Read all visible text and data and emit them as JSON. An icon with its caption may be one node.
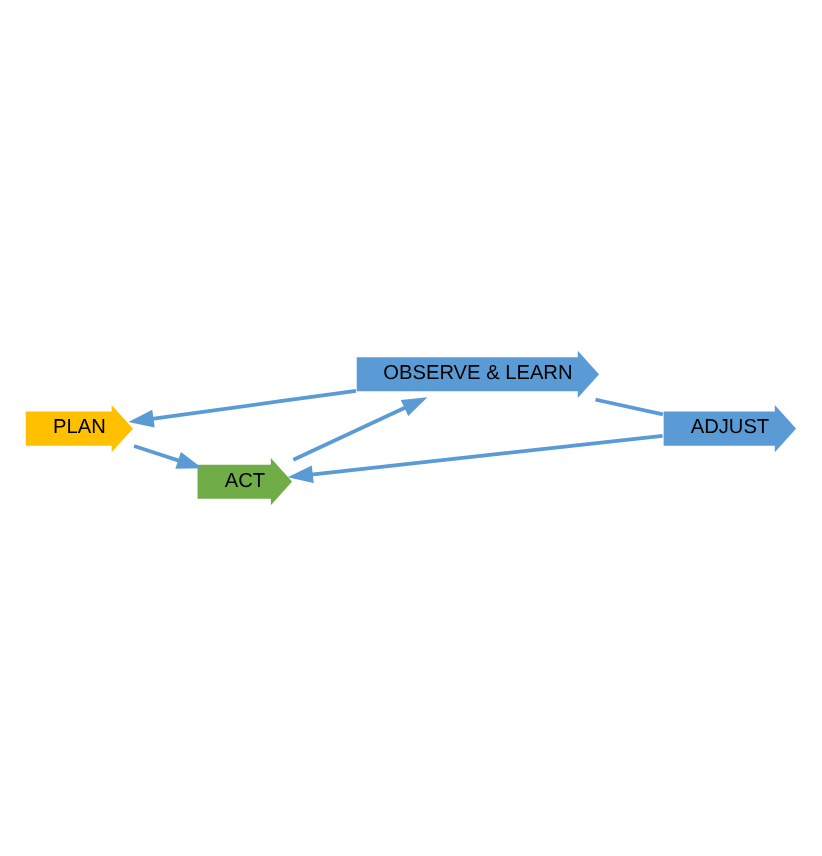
{
  "diagram": {
    "nodes": [
      {
        "text": [
          "PLAN"
        ]
      },
      {
        "text": [
          "ACT"
        ]
      },
      {
        "text": [
          "OBSERVE & LEARN"
        ]
      },
      {
        "text": [
          "ADJUST"
        ]
      }
    ],
    "edges": [
      {
        "from": 0,
        "to": 1,
        "arrow": "to"
      },
      {
        "from": 1,
        "to": 2,
        "arrow": "to"
      },
      {
        "from": 2,
        "to": 0,
        "arrow": "to"
      },
      {
        "from": 2,
        "to": 3,
        "arrow": "none"
      },
      {
        "from": 3,
        "to": 1,
        "arrow": "to"
      }
    ]
  }
}
